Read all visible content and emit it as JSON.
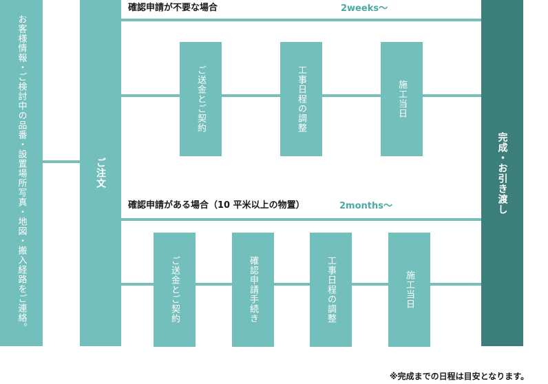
{
  "customer_info": "お客様情報・ご検討中の品番・設置場所写真・地図・搬入経路をご連絡。",
  "order": "ご注文",
  "completion": "完成・お引き渡し",
  "branch_no_confirm": {
    "label": "確認申請が不要な場合",
    "duration": "2weeks〜",
    "steps": [
      "ご送金とご契約",
      "工事日程の調整",
      "施工当日"
    ]
  },
  "branch_confirm": {
    "label": "確認申請がある場合（10 平米以上の物置）",
    "duration": "2months〜",
    "steps": [
      "ご送金とご契約",
      "確認申請手続き",
      "工事日程の調整",
      "施工当日"
    ]
  },
  "footnote": "※完成までの日程は目安となります。",
  "colors": {
    "teal": "#72bfbb",
    "dark_teal": "#3c7f7a",
    "accent_text": "#4aa9a3"
  }
}
